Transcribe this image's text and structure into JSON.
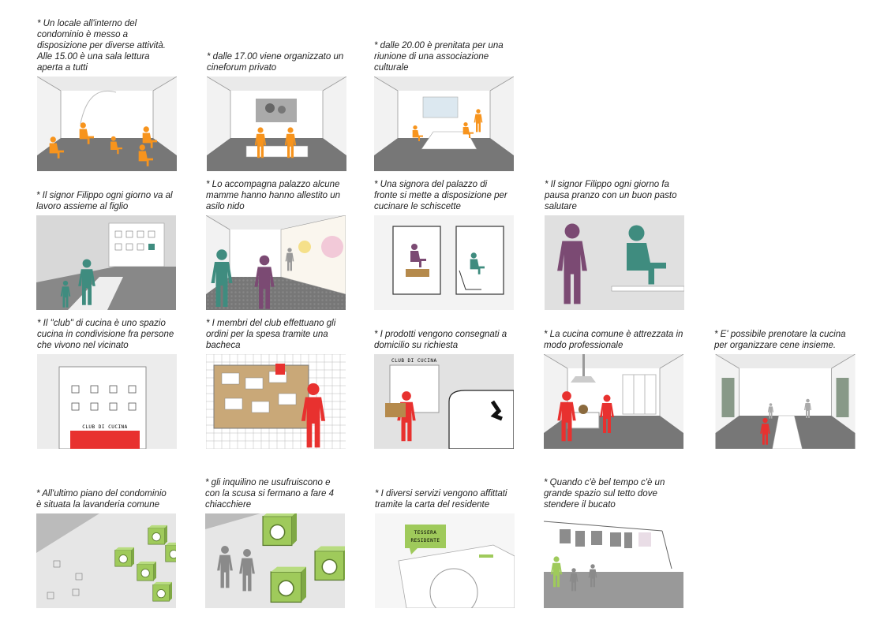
{
  "colors": {
    "orange": "#f7941d",
    "teal": "#3f8c7f",
    "purple": "#7b4a73",
    "red": "#e8312f",
    "green": "#9fca5b",
    "gray": "#8a8a8a"
  },
  "rows": [
    {
      "panels": [
        {
          "caption": "* Un locale all'interno del\ncondominio è messo a\ndisposizione per diverse attività.\nAlle 15.00 è una sala lettura\naperta a tutti"
        },
        {
          "caption": "* dalle 17.00 viene organizzato un\ncineforum privato"
        },
        {
          "caption": "* dalle 20.00 è prenitata per una\nriunione di una associazione\nculturale"
        }
      ]
    },
    {
      "panels": [
        {
          "caption": "* Il signor Filippo ogni giorno va al\nlavoro assieme al figlio"
        },
        {
          "caption": "* Lo accompagna palazzo alcune\nmamme hanno hanno allestito un\nasilo nido"
        },
        {
          "caption": "* Una signora del palazzo di\nfronte si mette a disposizione per\ncucinare le schiscette"
        },
        {
          "caption": "* Il signor Filippo ogni giorno fa\npausa pranzo con un buon pasto\nsalutare"
        }
      ]
    },
    {
      "panels": [
        {
          "caption": "* Il \"club\" di cucina è uno spazio\ncucina in condivisione fra persone\nche vivono nel vicinato",
          "sign": "CLUB DI CUCINA"
        },
        {
          "caption": "* I membri del club effettuano gli\nordini per la spesa tramite una\nbacheca"
        },
        {
          "caption": "* I prodotti vengono consegnati a\ndomicilio su richiesta",
          "sign": "CLUB DI CUCINA"
        },
        {
          "caption": "* La cucina comune è attrezzata in\nmodo professionale"
        },
        {
          "caption": "* E' possibile prenotare la cucina\nper organizzare cene insieme."
        }
      ]
    },
    {
      "panels": [
        {
          "caption": "* All'ultimo piano del condominio\nè situata la lavanderia comune"
        },
        {
          "caption": "* gli inquilino ne usufruiscono e\ncon la scusa si fermano a fare 4\nchiacchiere"
        },
        {
          "caption": "* I diversi servizi vengono affittati\ntramite la carta del residente",
          "card": [
            "TESSERA",
            "RESIDENTE"
          ]
        },
        {
          "caption": "* Quando c'è bel tempo c'è un\ngrande spazio sul tetto dove\nstendere il bucato"
        }
      ]
    }
  ]
}
